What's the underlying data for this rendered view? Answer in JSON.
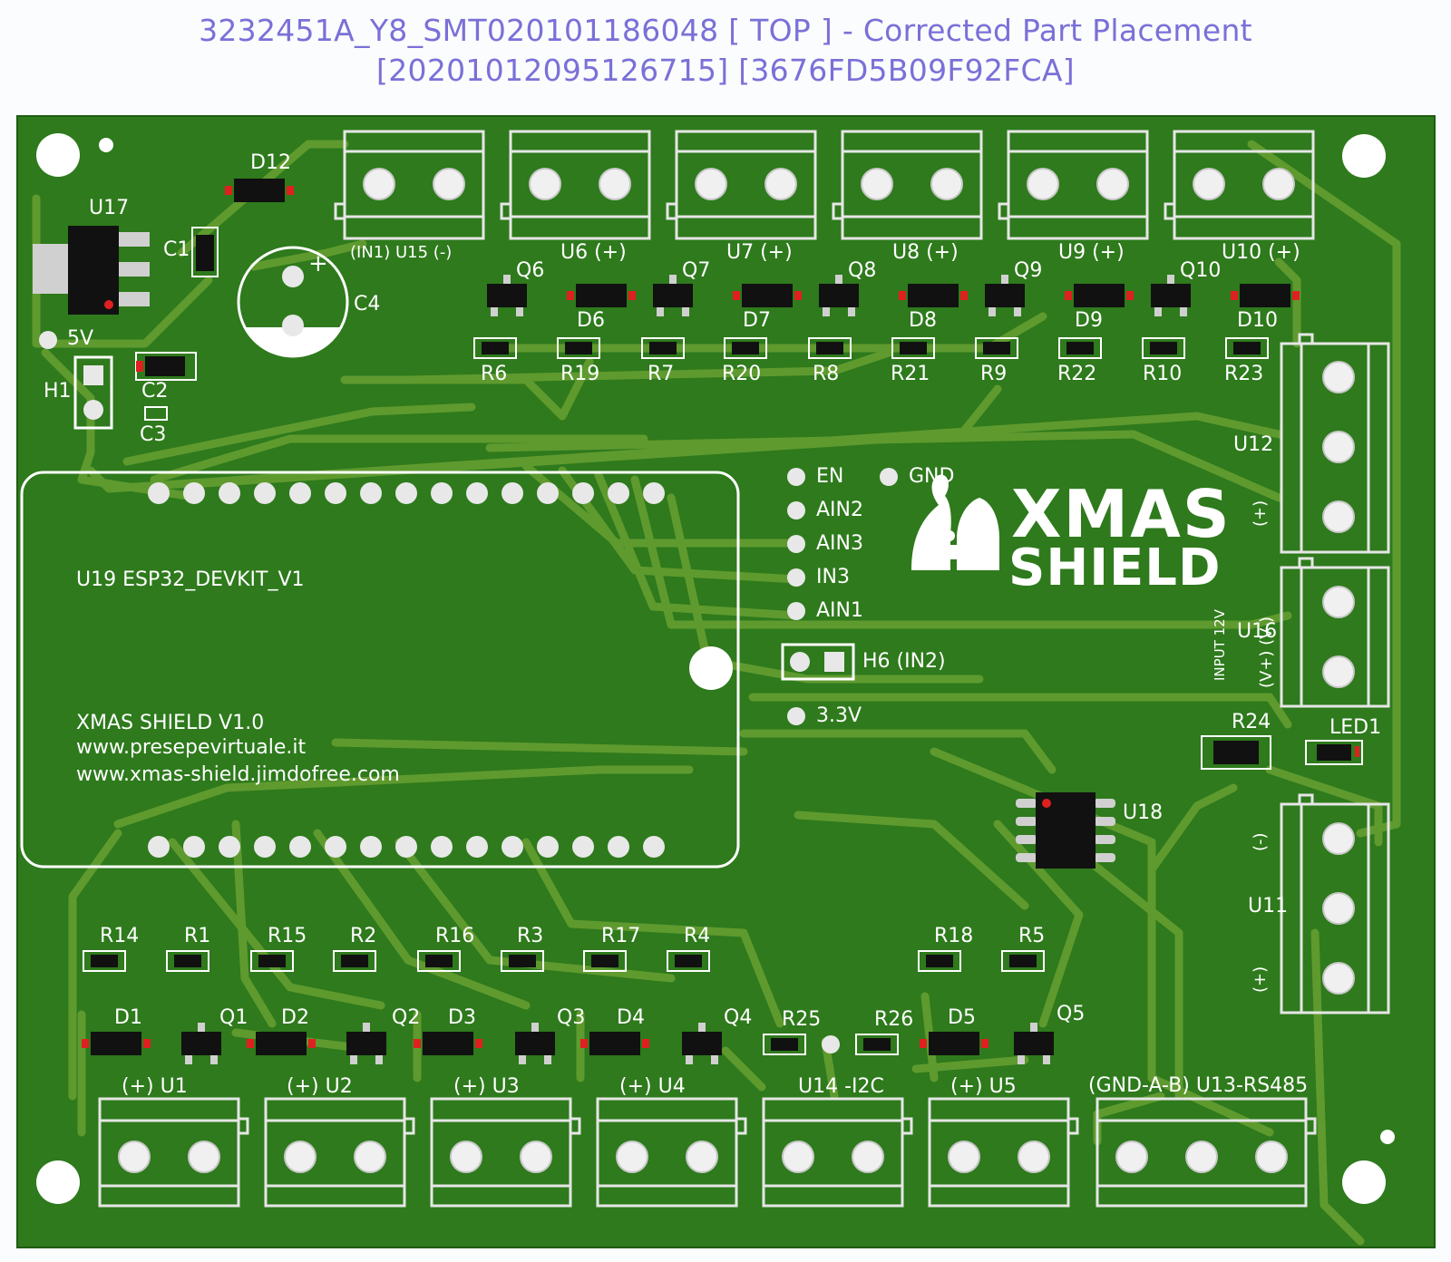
{
  "header": {
    "line1": "3232451A_Y8_SMT020101186048 [ TOP ] - Corrected Part Placement",
    "line2": "[20201012095126715] [3676FD5B09F92FCA]"
  },
  "colors": {
    "board": "#2e7a1c",
    "trace": "#5f9a2f",
    "silk": "#ffffff",
    "pad": "#e8e8e8",
    "marker": "#e02020",
    "title": "#7a70d8"
  },
  "logo": {
    "line1": "XMAS",
    "line2": "SHIELD"
  },
  "board_labels": {
    "d12": "D12",
    "u17": "U17",
    "c1": "C1",
    "c4": "C4",
    "v5": "5V",
    "h1": "H1",
    "c2": "C2",
    "c3": "C3",
    "in1_u15": "(IN1) U15 (-)",
    "u6": "U6 (+)",
    "u7": "U7 (+)",
    "u8": "U8 (+)",
    "u9": "U9 (+)",
    "u10": "U10 (+)",
    "q6": "Q6",
    "q7": "Q7",
    "q8": "Q8",
    "q9": "Q9",
    "q10": "Q10",
    "d6": "D6",
    "d7": "D7",
    "d8": "D8",
    "d9": "D9",
    "d10": "D10",
    "r6": "R6",
    "r19": "R19",
    "r7": "R7",
    "r20": "R20",
    "r8": "R8",
    "r21": "R21",
    "r9": "R9",
    "r22": "R22",
    "r10": "R10",
    "r23": "R23",
    "u12": "U12",
    "u12_plus": "(+)",
    "en": "EN",
    "gnd": "GND",
    "ain2": "AIN2",
    "ain3": "AIN3",
    "in3": "IN3",
    "ain1": "AIN1",
    "h6": "H6 (IN2)",
    "v33": "3.3V",
    "u19": "U19 ESP32_DEVKIT_V1",
    "shield_v": "XMAS SHIELD V1.0",
    "url1": "www.presepevirtuale.it",
    "url2": "www.xmas-shield.jimdofree.com",
    "u16": "U16",
    "u16_pol": "(V+) (V-)",
    "input12": "INPUT 12V",
    "r24": "R24",
    "led1": "LED1",
    "u18": "U18",
    "u11": "U11",
    "u11_minus": "(-)",
    "u11_plus": "(+)",
    "r14": "R14",
    "r1": "R1",
    "r15": "R15",
    "r2": "R2",
    "r16": "R16",
    "r3": "R3",
    "r17": "R17",
    "r4": "R4",
    "r18": "R18",
    "r5": "R5",
    "d1": "D1",
    "q1": "Q1",
    "d2": "D2",
    "q2": "Q2",
    "d3": "D3",
    "q3": "Q3",
    "d4": "D4",
    "q4": "Q4",
    "r25": "R25",
    "r26": "R26",
    "d5": "D5",
    "q5": "Q5",
    "u1": "(+) U1",
    "u2": "(+) U2",
    "u3": "(+) U3",
    "u4": "(+) U4",
    "u14": "U14 -I2C",
    "u5": "(+) U5",
    "u13": "(GND-A-B) U13-RS485"
  }
}
